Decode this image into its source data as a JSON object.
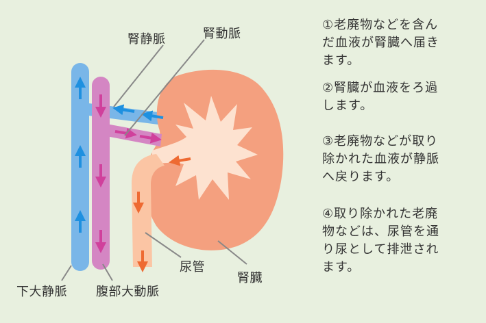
{
  "labels": {
    "renal_vein": "腎静脈",
    "renal_artery": "腎動脈",
    "inferior_vena_cava": "下大静脈",
    "abdominal_aorta": "腹部大動脈",
    "ureter": "尿管",
    "kidney": "腎臓"
  },
  "notes": [
    "①老廃物などを含ん\nだ血液が腎臓へ届き\nます。",
    "②腎臓が血液をろ過\nします。",
    "③老廃物などが取り\n除かれた血液が静脈\nへ戻ります。",
    "④取り除かれた老廃\n物などは、尿管を通\nり尿として排泄され\nます。"
  ],
  "colors": {
    "background": "#e8f0df",
    "kidney": "#f4a07f",
    "kidney_inner": "#fde2d0",
    "vein": "#79b6e8",
    "vein_arrow": "#1e90e0",
    "artery": "#d486c3",
    "artery_arrow": "#d0409c",
    "ureter": "#fbc5a4",
    "ureter_arrow": "#ee6a32"
  }
}
